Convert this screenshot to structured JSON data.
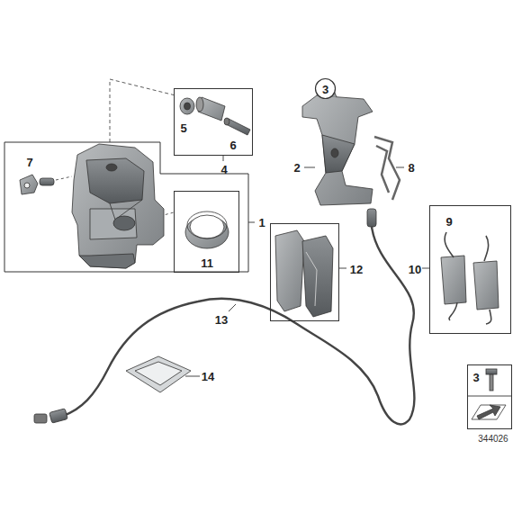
{
  "diagram": {
    "nodes": [
      {
        "text": [
          "5",
          "6",
          "4"
        ]
      },
      {
        "text": [
          "3"
        ]
      },
      {
        "text": [
          "7",
          "1"
        ]
      },
      {
        "text": [
          "11"
        ],
        "in": 2
      },
      {
        "text": [
          "12"
        ]
      },
      {
        "text": [
          "9",
          "10"
        ]
      },
      {
        "text": [
          "3"
        ]
      }
    ],
    "labels": [
      "2",
      "8",
      "13",
      "14",
      "344026"
    ]
  }
}
